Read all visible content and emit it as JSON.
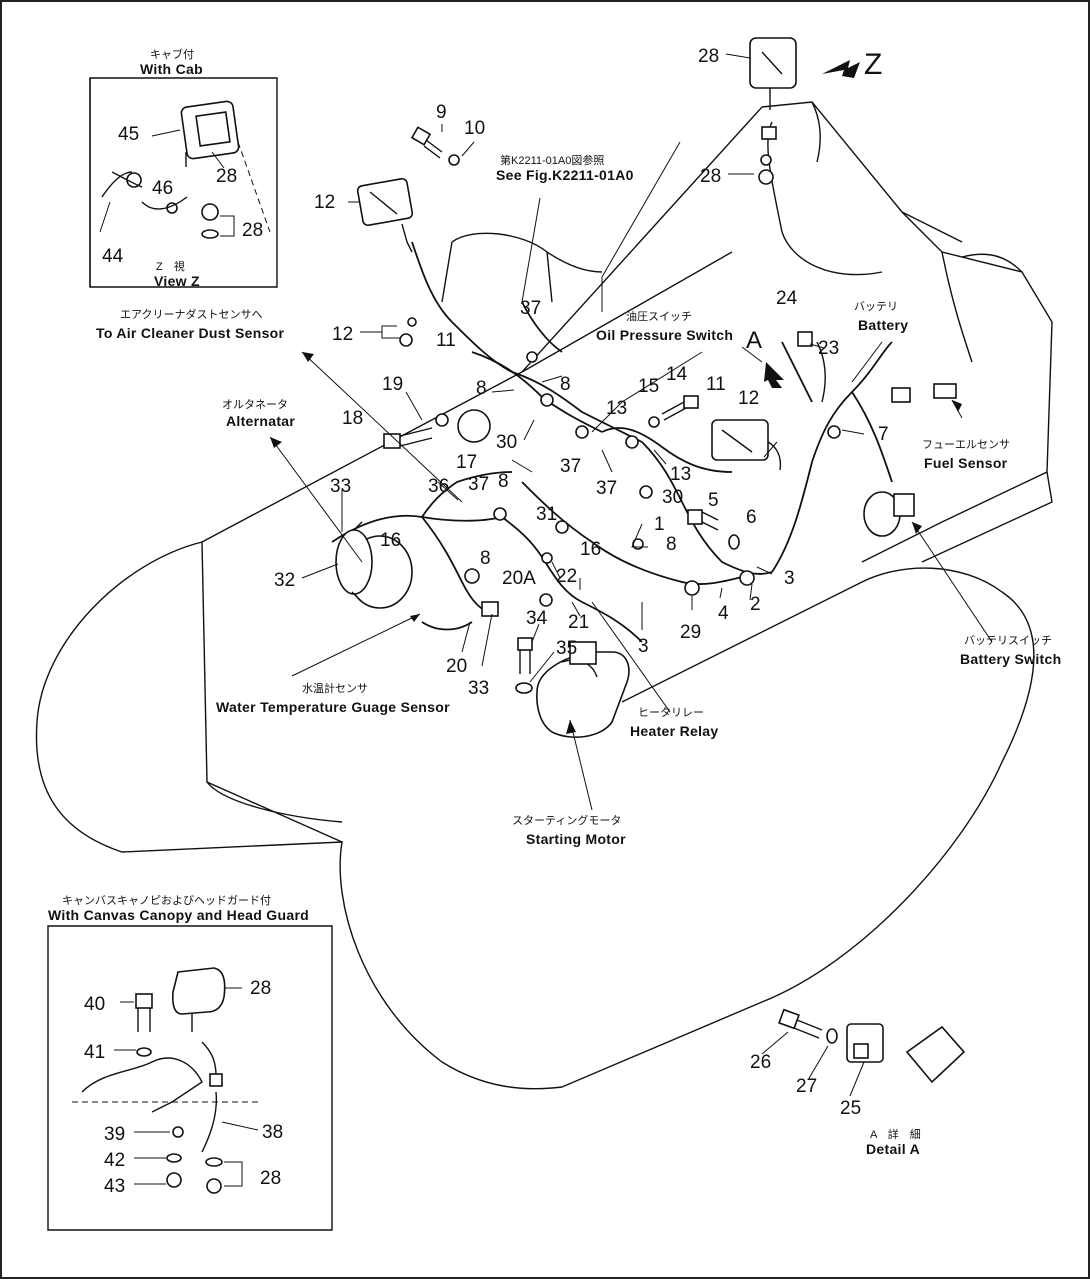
{
  "inset_cab": {
    "title_jp": "キャブ付",
    "title_en": "With Cab",
    "view_jp": "Z　視",
    "view_en": "View Z"
  },
  "inset_canopy": {
    "title_jp": "キャンバスキャノピおよびヘッドガード付",
    "title_en": "With Canvas Canopy and Head Guard"
  },
  "detail_a": {
    "title_jp": "A　詳　細",
    "title_en": "Detail A"
  },
  "view_z_marker": "Z",
  "detail_a_marker": "A",
  "see_fig": {
    "jp": "第K2211-01A0図参照",
    "en": "See Fig.K2211-01A0"
  },
  "labels": {
    "air_cleaner": {
      "jp": "エアクリーナダストセンサへ",
      "en": "To Air Cleaner Dust Sensor"
    },
    "alternator": {
      "jp": "オルタネータ",
      "en": "Alternatar"
    },
    "oil_pressure": {
      "jp": "油圧スイッチ",
      "en": "Oil Pressure Switch"
    },
    "battery": {
      "jp": "バッテリ",
      "en": "Battery"
    },
    "fuel_sensor": {
      "jp": "フューエルセンサ",
      "en": "Fuel Sensor"
    },
    "battery_switch": {
      "jp": "バッテリスイッチ",
      "en": "Battery Switch"
    },
    "water_temp": {
      "jp": "水温計センサ",
      "en": "Water Temperature Guage Sensor"
    },
    "heater_relay": {
      "jp": "ヒータリレー",
      "en": "Heater Relay"
    },
    "starting_motor": {
      "jp": "スターティングモータ",
      "en": "Starting Motor"
    }
  },
  "part_numbers": {
    "p1": "1",
    "p2": "2",
    "p3a": "3",
    "p3b": "3",
    "p4": "4",
    "p5": "5",
    "p6": "6",
    "p7": "7",
    "p8a": "8",
    "p8b": "8",
    "p8c": "8",
    "p8d": "8",
    "p8e": "8",
    "p9": "9",
    "p10": "10",
    "p11a": "11",
    "p11b": "11",
    "p12a": "12",
    "p12b": "12",
    "p12c": "12",
    "p13a": "13",
    "p13b": "13",
    "p14": "14",
    "p15": "15",
    "p16a": "16",
    "p16b": "16",
    "p17": "17",
    "p18": "18",
    "p19": "19",
    "p20": "20",
    "p20a": "20A",
    "p21": "21",
    "p22": "22",
    "p23": "23",
    "p24": "24",
    "p25": "25",
    "p26": "26",
    "p27": "27",
    "p28a": "28",
    "p28b": "28",
    "p28c": "28",
    "p28d": "28",
    "p28e": "28",
    "p28f": "28",
    "p29": "29",
    "p30a": "30",
    "p30b": "30",
    "p31": "31",
    "p32": "32",
    "p33a": "33",
    "p33b": "33",
    "p34": "34",
    "p35": "35",
    "p36": "36",
    "p37a": "37",
    "p37b": "37",
    "p37c": "37",
    "p37d": "37",
    "p38": "38",
    "p39": "39",
    "p40": "40",
    "p41": "41",
    "p42": "42",
    "p43": "43",
    "p44": "44",
    "p45": "45",
    "p46": "46"
  }
}
